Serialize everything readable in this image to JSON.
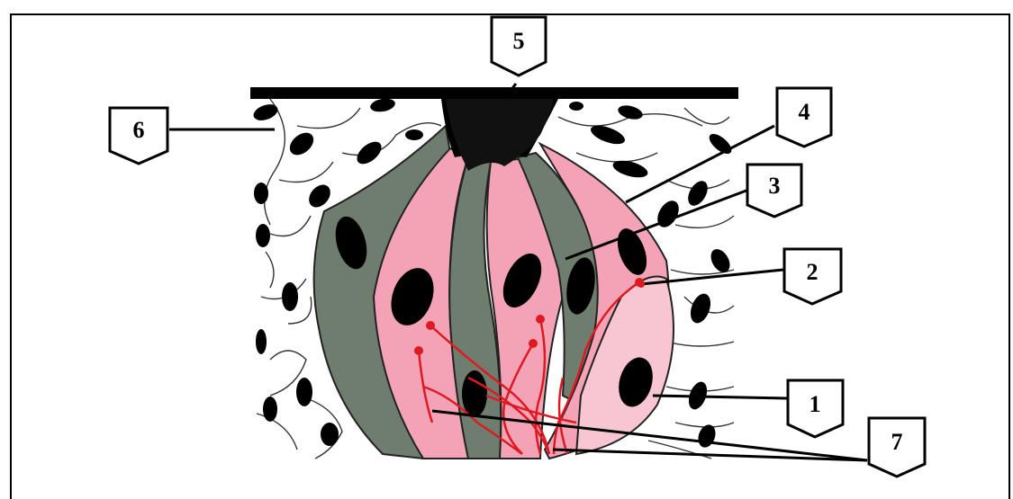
{
  "diagram": {
    "labels": [
      {
        "id": "label-1",
        "text": "1"
      },
      {
        "id": "label-2",
        "text": "2"
      },
      {
        "id": "label-3",
        "text": "3"
      },
      {
        "id": "label-4",
        "text": "4"
      },
      {
        "id": "label-5",
        "text": "5"
      },
      {
        "id": "label-6",
        "text": "6"
      },
      {
        "id": "label-7",
        "text": "7"
      }
    ],
    "colors": {
      "supporting_cell": "#6f7d6f",
      "receptor_cell": "#f4a3b6",
      "receptor_light": "#f7c6d2",
      "nerve_fiber": "#dd1a22",
      "nucleus": "#000000",
      "epithelium_line": "#333333"
    }
  }
}
